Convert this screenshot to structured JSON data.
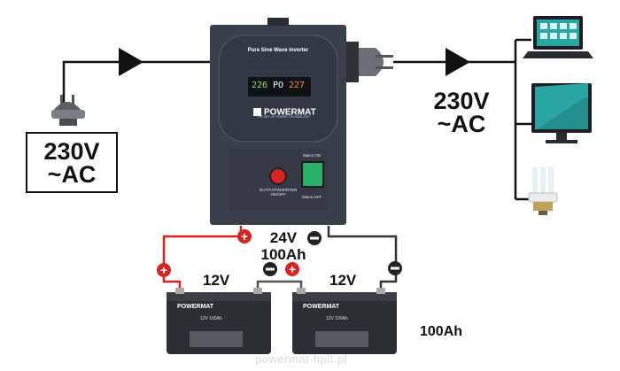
{
  "input_source": {
    "line1": "230V",
    "line2": "~AC"
  },
  "output_supply": {
    "line1": "230V",
    "line2": "~AC"
  },
  "inverter": {
    "title": "Pure Sine Wave Inverter",
    "brand": "POWERMAT",
    "tagline": "THE ART OF POWER TECHNOLOGY",
    "display_left": "226",
    "display_mid": "PO",
    "display_right": "227",
    "power_button_label": "OUTPUT/INVERTER ON/OFF",
    "mains_on_label": "Mains ON",
    "mains_off_label": "Mains OFF"
  },
  "bank": {
    "voltage": "24V",
    "capacity": "100Ah"
  },
  "batteries": [
    {
      "voltage": "12V",
      "brand": "POWERMAT",
      "detail": "12V  100Ah"
    },
    {
      "voltage": "12V",
      "brand": "POWERMAT",
      "detail": "12V  100Ah"
    }
  ],
  "battery_capacity": "100Ah",
  "watermark": "powermat-hplt.pl",
  "colors": {
    "positive": "#d8231f",
    "negative": "#222222",
    "accent": "#2aa7a5",
    "panel": "#3a3f4c"
  }
}
